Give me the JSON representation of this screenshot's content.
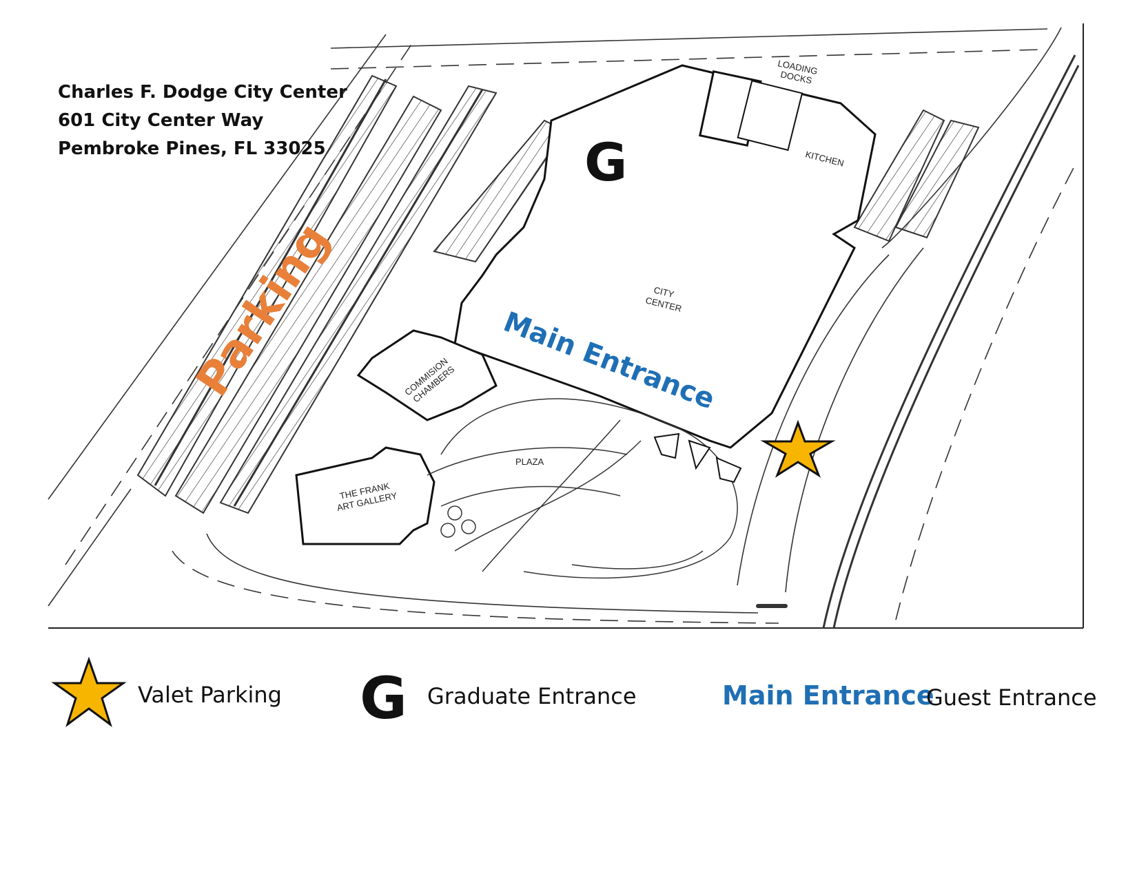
{
  "address": {
    "line1": "Charles F. Dodge City Center",
    "line2": "601 City Center Way",
    "line3": "Pembroke Pines, FL 33025"
  },
  "map_labels": {
    "parking": "Parking",
    "main_entrance": "Main Entrance",
    "graduate_marker": "G",
    "loading": "LOADING",
    "docks": "DOCKS",
    "kitchen": "KITCHEN",
    "city": "CITY",
    "center": "CENTER",
    "commision": "COMMISION",
    "chambers": "CHAMBERS",
    "plaza": "PLAZA",
    "the_frank": "THE FRANK",
    "art_gallery": "ART GALLERY"
  },
  "legend": {
    "valet_label": "Valet Parking",
    "graduate_symbol": "G",
    "graduate_label": "Graduate Entrance",
    "main_symbol": "Main Entrance",
    "main_label": "Guest Entrance"
  },
  "colors": {
    "parking": "#e8803a",
    "main_entrance": "#1f6fb5",
    "star_fill": "#f7b500",
    "star_stroke": "#111111"
  },
  "icons": {
    "valet": "star-icon"
  }
}
